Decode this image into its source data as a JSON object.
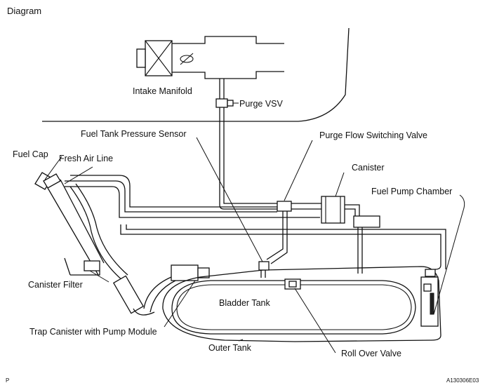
{
  "title": "Diagram",
  "labels": {
    "intake_manifold": "Intake Manifold",
    "purge_vsv": "Purge VSV",
    "fuel_tank_pressure_sensor": "Fuel Tank Pressure Sensor",
    "purge_flow_switching_valve": "Purge Flow Switching Valve",
    "fuel_cap": "Fuel Cap",
    "fresh_air_line": "Fresh Air Line",
    "canister": "Canister",
    "fuel_pump_chamber": "Fuel Pump Chamber",
    "canister_filter": "Canister Filter",
    "bladder_tank": "Bladder Tank",
    "trap_canister": "Trap Canister with Pump Module",
    "outer_tank": "Outer Tank",
    "roll_over_valve": "Roll Over Valve"
  },
  "footer": {
    "left_mark": "P",
    "figure_id": "A130306E03"
  }
}
